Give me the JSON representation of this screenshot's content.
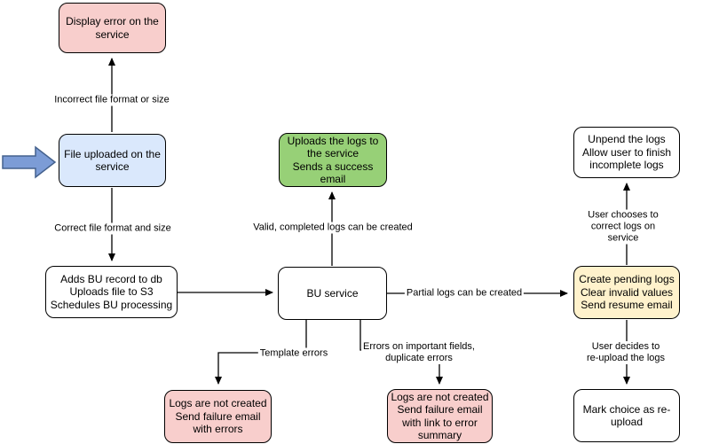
{
  "diagram": {
    "type": "flowchart",
    "background": "#FFFFFF"
  },
  "colors": {
    "node_red": "#F8CECC",
    "node_blue": "#DAE8FC",
    "node_green": "#97D077",
    "node_yellow": "#FFF2CC",
    "node_white": "#FFFFFF",
    "node_border": "#000000",
    "connector_line": "#000000",
    "entry_arrow_fill": "#7C9CD6",
    "entry_arrow_stroke": "#44618D"
  },
  "nodes": [
    {
      "id": "display-error-on-service",
      "text": "Display error on the\nservice",
      "fill": "#F8CECC"
    },
    {
      "id": "file-uploaded-on-service",
      "text": "File uploaded on the\nservice",
      "fill": "#DAE8FC"
    },
    {
      "id": "adds-bu-record",
      "text": "Adds BU record to db\nUploads file to S3\nSchedules BU processing",
      "fill": "#FFFFFF"
    },
    {
      "id": "bu-service",
      "text": "BU service",
      "fill": "#FFFFFF"
    },
    {
      "id": "uploads-logs-success",
      "text": "Uploads the logs to\nthe service\nSends a success\nemail",
      "fill": "#97D077"
    },
    {
      "id": "logs-not-created-with-errors",
      "text": "Logs are not created\nSend failure email\nwith errors",
      "fill": "#F8CECC"
    },
    {
      "id": "logs-not-created-error-summary",
      "text": "Logs are not created\nSend failure email\nwith link to error\nsummary",
      "fill": "#F8CECC"
    },
    {
      "id": "create-pending-logs",
      "text": "Create pending logs\nClear invalid values\nSend resume email",
      "fill": "#FFF2CC"
    },
    {
      "id": "unpend-logs",
      "text": "Unpend the logs\nAllow user to finish\nincomplete logs",
      "fill": "#FFFFFF"
    },
    {
      "id": "mark-choice-reupload",
      "text": "Mark choice as re-\nupload",
      "fill": "#FFFFFF"
    }
  ],
  "edge_labels": [
    "Incorrect file format or size",
    "Correct file format and size",
    "Valid, completed logs can be created",
    "Partial logs can be created",
    "Template errors",
    "Errors on important fields,\nduplicate errors",
    "User chooses to correct logs on service",
    "User decides to re-upload the logs"
  ]
}
